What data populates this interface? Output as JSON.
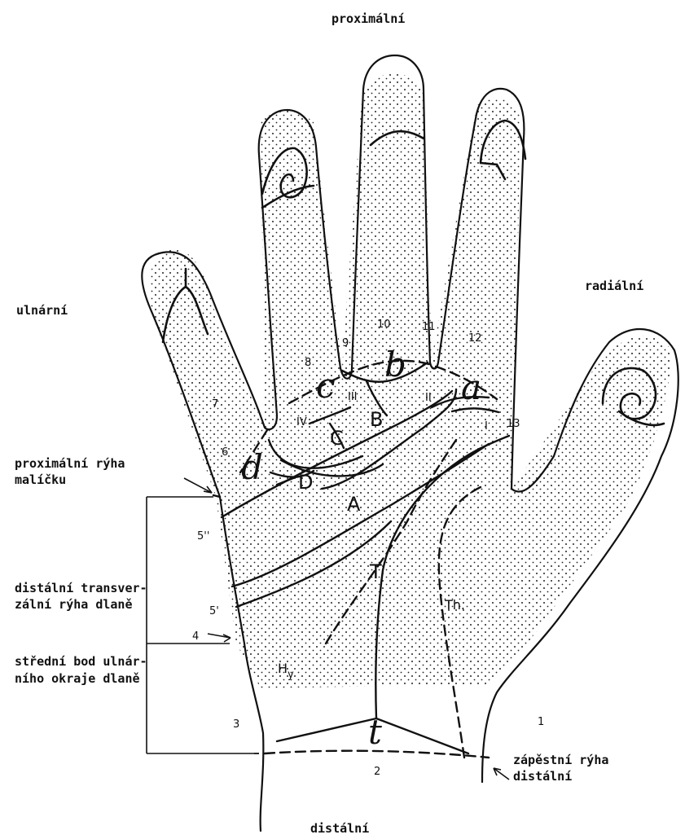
{
  "orientation": {
    "top": "proximální",
    "bottom": "distální",
    "left": "ulnární",
    "right": "radiální"
  },
  "annotations": {
    "proximal_crease_little_finger": [
      "proximální rýha",
      "malíčku"
    ],
    "distal_transverse_crease": [
      "distální transver-",
      "zální rýha dlaně"
    ],
    "ulnar_margin_midpoint": [
      "střední bod ulnár-",
      "ního okraje dlaně"
    ],
    "wrist_crease_distal": [
      "zápěstní rýha",
      "distální"
    ]
  },
  "triradii": {
    "a": "a",
    "b": "b",
    "c": "c",
    "d": "d",
    "t": "t"
  },
  "main_lines": {
    "A": "A",
    "B": "B",
    "C": "C",
    "D": "D",
    "T": "T"
  },
  "interdigital_areas": {
    "I": "I",
    "II": "II",
    "III": "III",
    "IV": "IV"
  },
  "palm_areas": {
    "thenar": "Th.",
    "hypothenar_main": "H",
    "hypothenar_sub": "y"
  },
  "margin_points": {
    "p1": "1",
    "p2": "2",
    "p3": "3",
    "p4": "4",
    "p5prime": "5'",
    "p5dblprime": "5''",
    "p6": "6",
    "p7": "7",
    "p8": "8",
    "p9": "9",
    "p10": "10",
    "p11": "11",
    "p12": "12",
    "p13": "13"
  }
}
